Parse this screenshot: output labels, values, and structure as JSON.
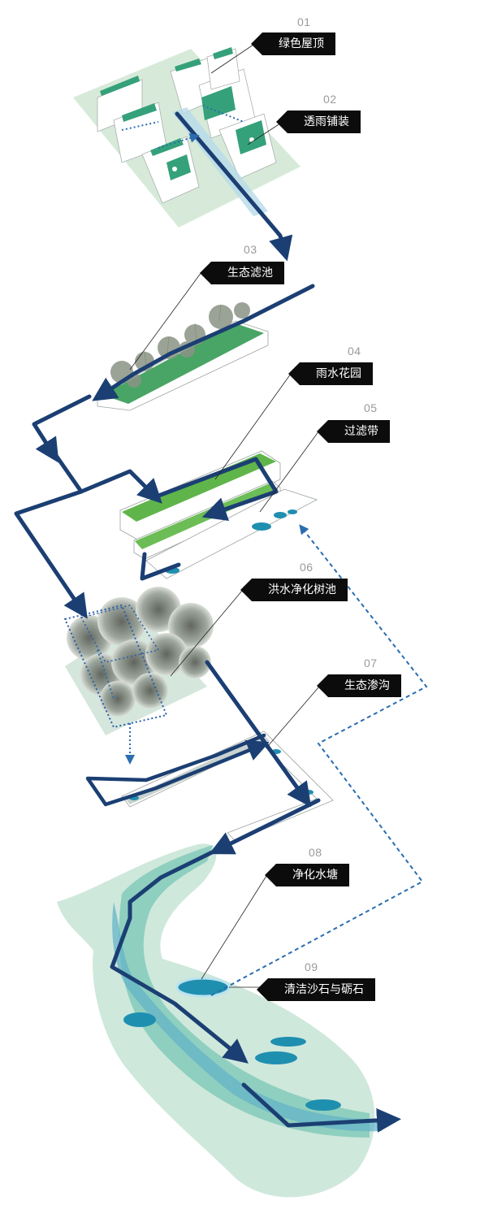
{
  "title": "",
  "layers": [
    {
      "number": "01",
      "label": "绿色屋顶"
    },
    {
      "number": "02",
      "label": "透雨铺装"
    },
    {
      "number": "03",
      "label": "生态滤池"
    },
    {
      "number": "04",
      "label": "雨水花园"
    },
    {
      "number": "05",
      "label": "过滤带"
    },
    {
      "number": "06",
      "label": "洪水净化树池"
    },
    {
      "number": "07",
      "label": "生态渗沟"
    },
    {
      "number": "08",
      "label": "净化水塘"
    },
    {
      "number": "09",
      "label": "清洁沙石与砺石"
    }
  ],
  "colors": {
    "flow_arrow": "#1b3f73",
    "roof_green": "#35a17a",
    "garden_green": "#5fb54a",
    "water_blue": "#1f8fb0",
    "land_mint": "#cfe8dc",
    "label_bg": "#0c0c0c",
    "number_text": "#9a9a9a"
  }
}
